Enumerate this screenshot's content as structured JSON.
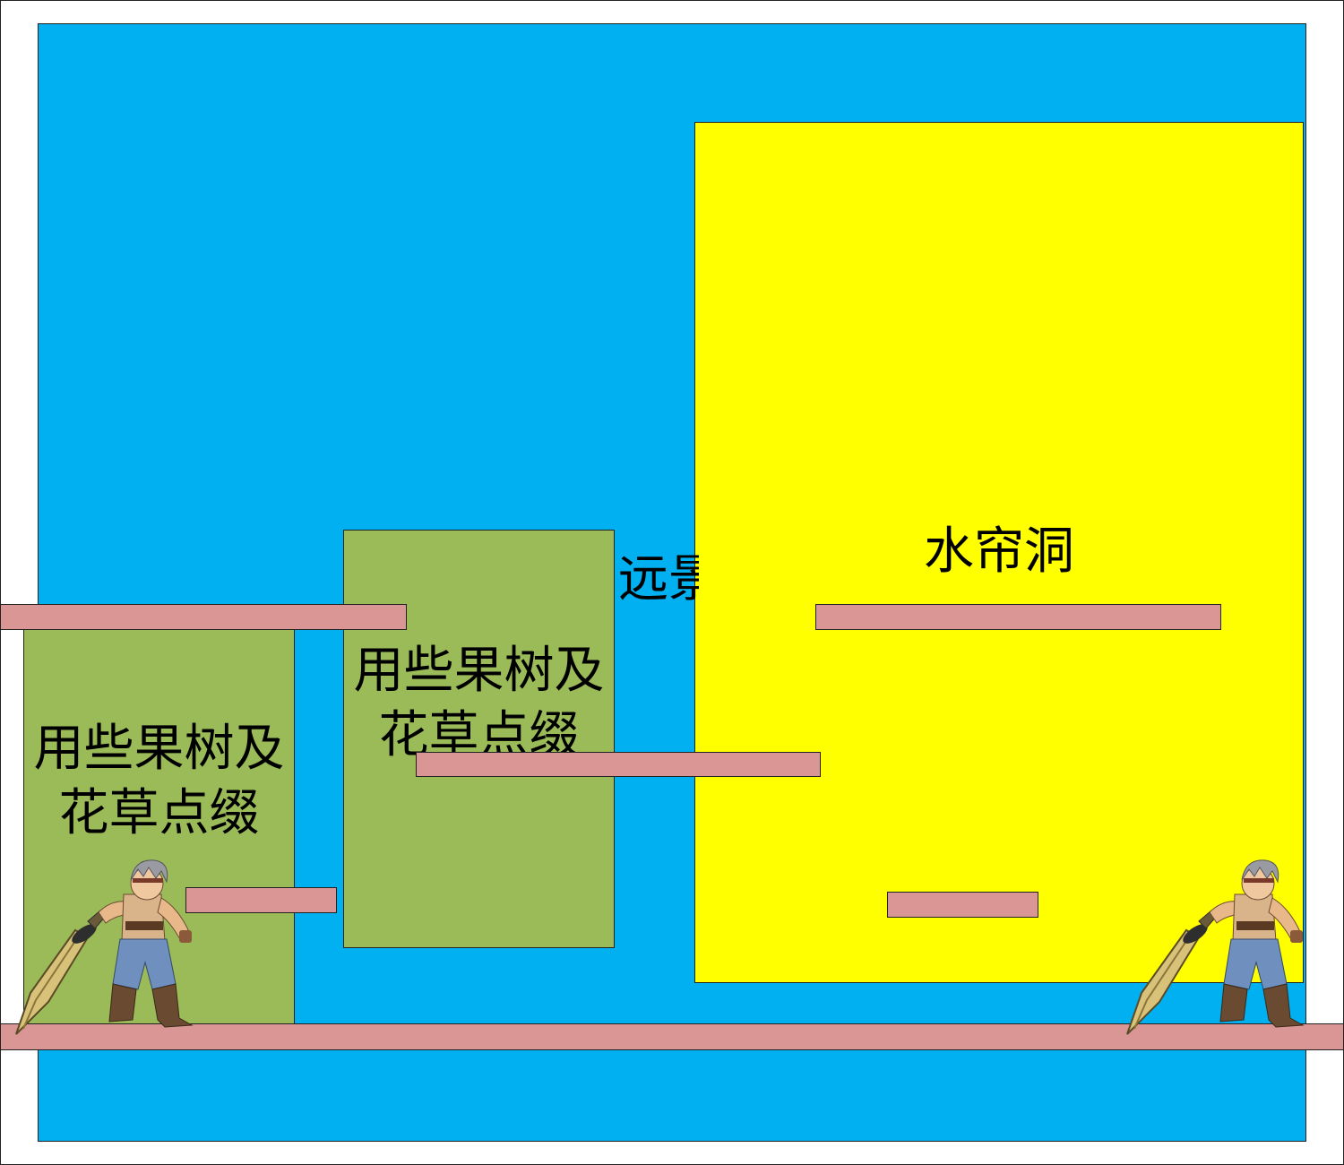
{
  "scene": {
    "grove_label_left": "用些果树及花草点缀",
    "grove_label_mid": "用些果树及花草点缀",
    "far_label": "远景",
    "cave_label": "水帘洞"
  },
  "colors": {
    "sky": "#00b0f0",
    "cave": "#ffff00",
    "grove": "#9bbb59",
    "platform": "#d99694"
  },
  "sprites": {
    "hero_icon": "swordsman-character-icon",
    "count": 2
  }
}
